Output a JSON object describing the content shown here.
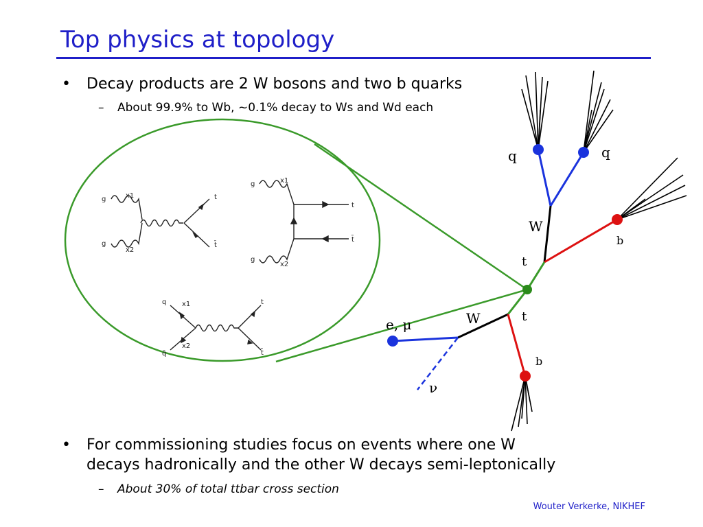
{
  "title": "Top physics at topology",
  "bullets": [
    {
      "text": "Decay products are 2 W bosons and two b quarks",
      "sub": "About 99.9% to Wb, ~0.1% decay to Ws and Wd each"
    },
    {
      "line1": "For commissioning studies focus on events where one W",
      "line2": "decays hadronically and the other W decays semi-leptonically",
      "sub": "About 30% of total ttbar cross section"
    }
  ],
  "bullet_symbol": "•",
  "dash_symbol": "–",
  "footer": "Wouter Verkerke, NIKHEF",
  "diagram": {
    "labels": {
      "q1": "q",
      "q2": "q",
      "w_top": "W",
      "b_top": "b",
      "t_top": "t",
      "t_bottom": "t",
      "w_bottom": "W",
      "lepton": "e, μ",
      "b_bottom": "b",
      "nu": "ν"
    },
    "feynman": {
      "gg1": {
        "g1": "g",
        "x1": "x1",
        "g2": "g",
        "x2": "x2",
        "t": "t",
        "tbar": "t̄"
      },
      "gg2": {
        "g1": "g",
        "x1": "x1",
        "g2": "g",
        "x2": "x2",
        "t": "t",
        "tbar": "t̄"
      },
      "qq": {
        "q": "q",
        "x1": "x1",
        "qbar": "q̄",
        "x2": "x2",
        "t": "t",
        "tbar": "t̄"
      }
    },
    "colors": {
      "title": "#1f1fc8",
      "green": "#3a9a2a",
      "blue": "#1a33dd",
      "red": "#dd1111"
    }
  }
}
